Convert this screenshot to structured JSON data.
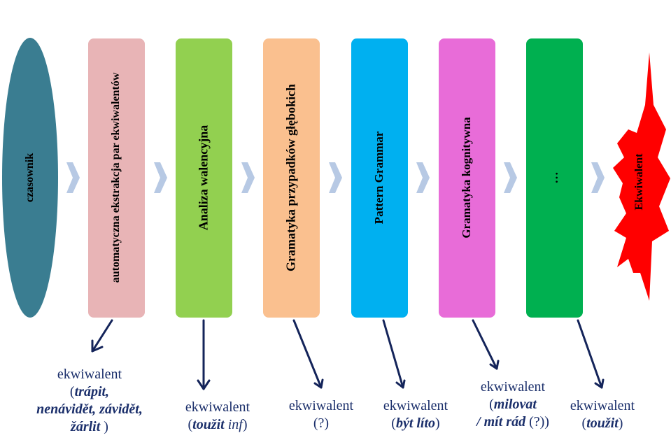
{
  "colors": {
    "ellipse": "#3a7d91",
    "boxes": [
      "#e8b4b6",
      "#92d050",
      "#fac08f",
      "#00b0f0",
      "#e86cd8",
      "#00b050"
    ],
    "burst": "#ff0000",
    "chevron": "#b7c9e4",
    "caption_text": "#1b2f6b",
    "arrow": "#14245a"
  },
  "start": {
    "label": "czasownik"
  },
  "stages": [
    {
      "label": "automatyczna  ekstrakcja par  ekwiwalentów"
    },
    {
      "label": "Analiza  walencyjna"
    },
    {
      "label": "Gramatyka  przypadków  głębokich"
    },
    {
      "label": "Pattern Grammar"
    },
    {
      "label": "Gramatyka  kognitywna"
    },
    {
      "label": "…"
    }
  ],
  "end": {
    "label": "Ekwiwalent"
  },
  "captions": [
    {
      "word": "ekwiwalent",
      "open": "(",
      "lines": [
        "trápit,",
        "nenávidět, závidět,",
        "žárlit"
      ],
      "close": " )"
    },
    {
      "word": "ekwiwalent",
      "open": "(",
      "em": "toužit",
      "it": " inf",
      "close": ")"
    },
    {
      "word": "ekwiwalent",
      "body": "(?)"
    },
    {
      "word": "ekwiwalent",
      "open": "(",
      "em": "být líto",
      "close": ")"
    },
    {
      "word": "ekwiwalent",
      "open": "(",
      "em": "milovat",
      "em2": "/ mít rád",
      "tail": " (?))"
    },
    {
      "word": "ekwiwalent",
      "open": "(",
      "em": "toužit",
      "close": ")"
    }
  ]
}
